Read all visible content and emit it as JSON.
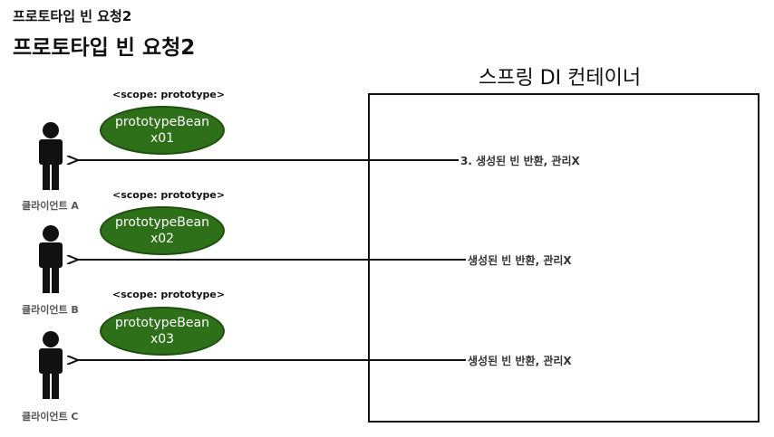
{
  "header": {
    "title_small": "프로토타입 빈 요청2",
    "title_large": "프로토타입 빈 요청2"
  },
  "container": {
    "title": "스프링 DI 컨테이너"
  },
  "rows": [
    {
      "scope": "<scope: prototype>",
      "bean_name": "prototypeBean",
      "bean_id": "x01",
      "client": "클라이언트 A",
      "arrow_label": "3. 생성된 빈 반환, 관리X"
    },
    {
      "scope": "<scope: prototype>",
      "bean_name": "prototypeBean",
      "bean_id": "x02",
      "client": "클라이언트 B",
      "arrow_label": "생성된 빈 반환, 관리X"
    },
    {
      "scope": "<scope: prototype>",
      "bean_name": "prototypeBean",
      "bean_id": "x03",
      "client": "클라이언트 C",
      "arrow_label": "생성된 빈 반환, 관리X"
    }
  ],
  "colors": {
    "bean_fill": "#2e6f19",
    "line": "#111111"
  }
}
